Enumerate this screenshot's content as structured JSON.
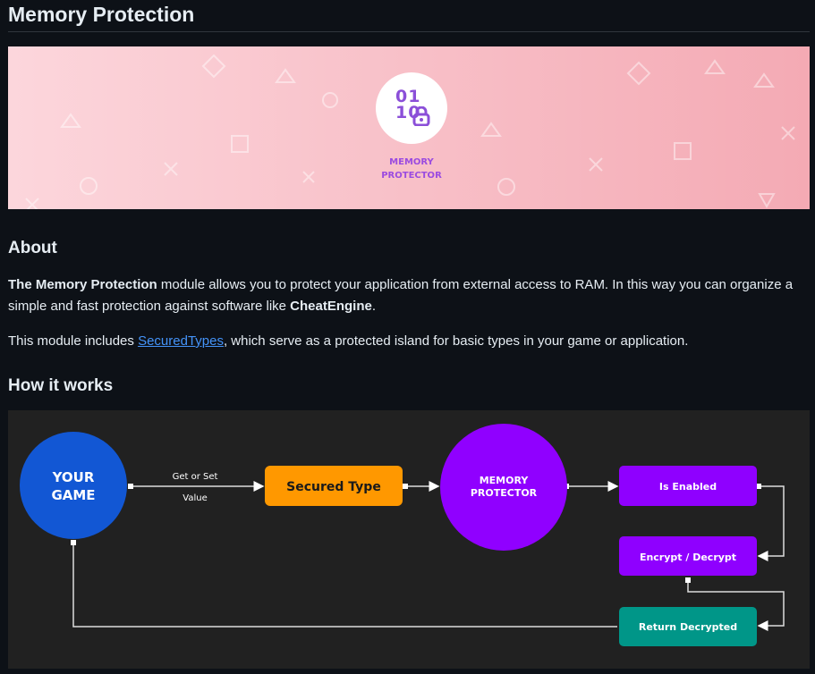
{
  "page": {
    "title": "Memory Protection"
  },
  "banner": {
    "logo_bits_top": "01",
    "logo_bits_bottom": "10",
    "logo_label_line1": "MEMORY",
    "logo_label_line2": "PROTECTOR"
  },
  "about": {
    "heading": "About",
    "p1_bold": "The Memory Protection",
    "p1_text": " module allows you to protect your application from external access to RAM. In this way you can organize a simple and fast protection against software like ",
    "p1_bold2": "CheatEngine",
    "p1_end": ".",
    "p2_start": "This module includes ",
    "p2_link": "SecuredTypes",
    "p2_end": ", which serve as a protected island for basic types in your game or application."
  },
  "how": {
    "heading": "How it works",
    "diagram": {
      "your_game_1": "YOUR",
      "your_game_2": "GAME",
      "edge_label_1": "Get or Set",
      "edge_label_2": "Value",
      "secured_type": "Secured Type",
      "mp_1": "MEMORY",
      "mp_2": "PROTECTOR",
      "is_enabled": "Is Enabled",
      "encrypt": "Encrypt / Decrypt",
      "return": "Return Decrypted",
      "colors": {
        "game": "#1257d4",
        "secured": "#ff9800",
        "protector": "#9000ff",
        "step": "#8f00ff",
        "return": "#009688"
      }
    }
  }
}
